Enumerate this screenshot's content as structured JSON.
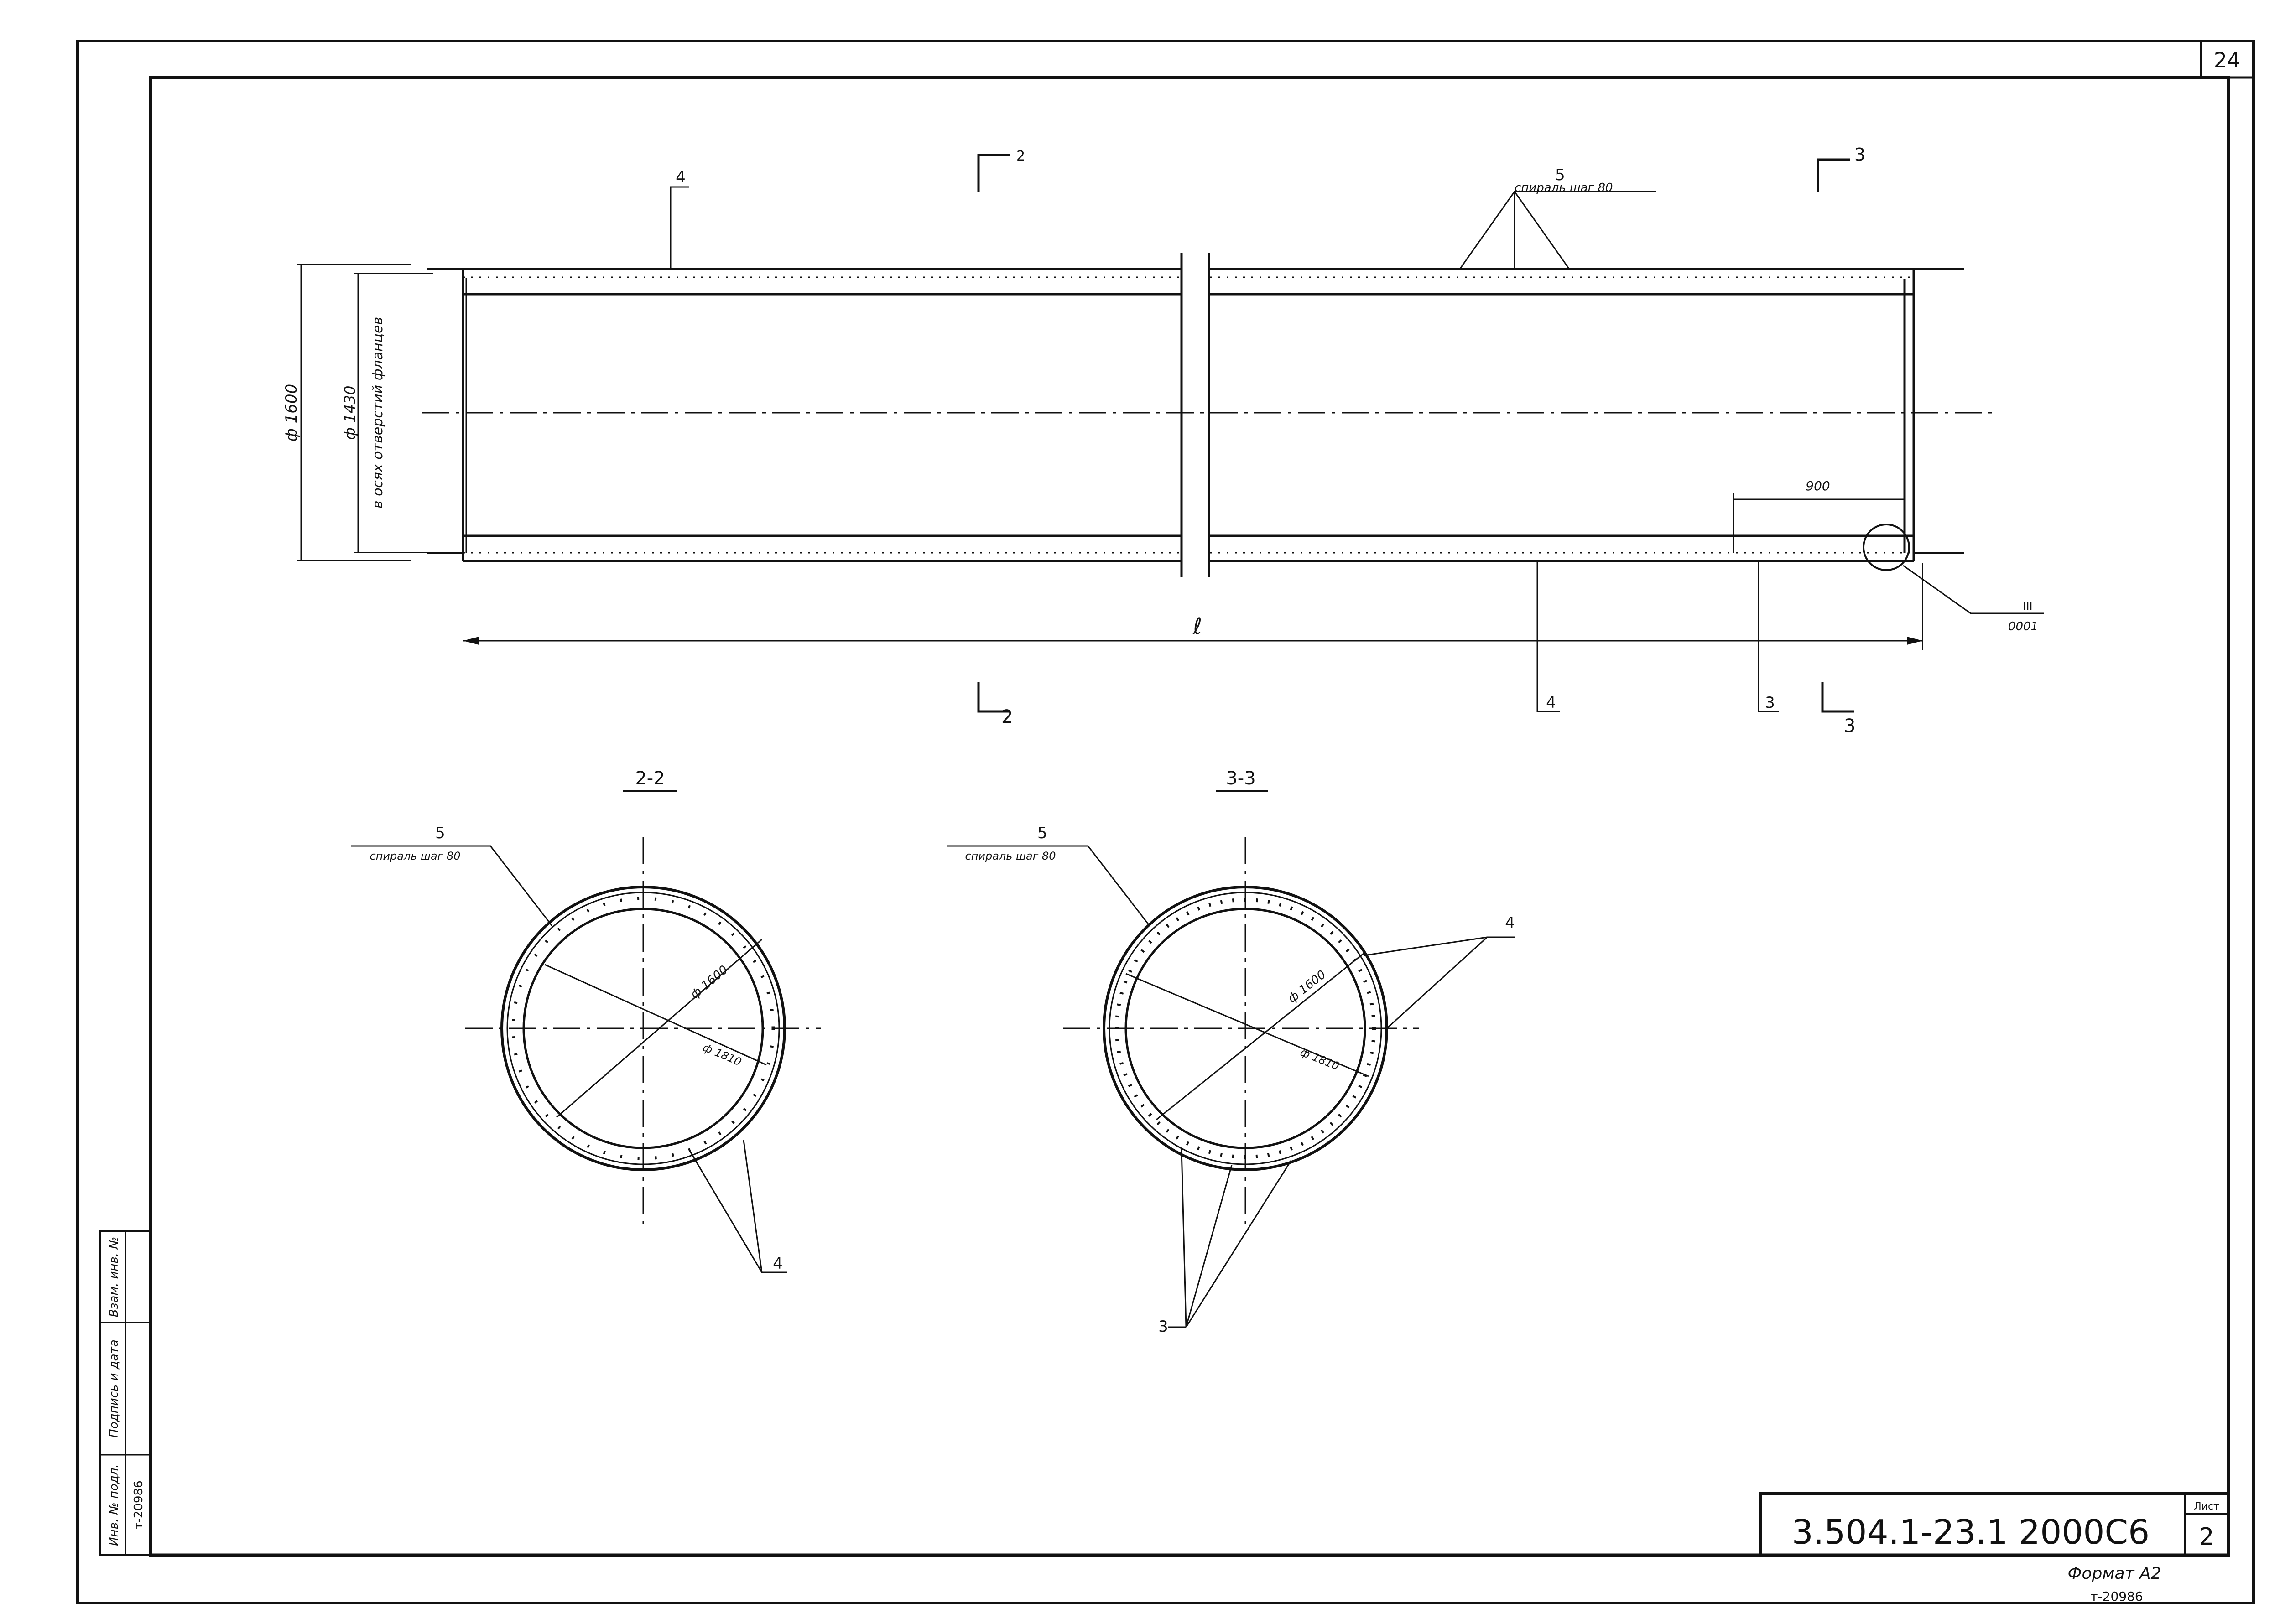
{
  "sheet": {
    "page_number": "24",
    "designation": "3.504.1-23.1 2000С6",
    "sheet_label": "Лист",
    "sheet_number": "2",
    "format": "Формат А2",
    "inventory_bottom": "т-20986"
  },
  "side_stamp": {
    "inv_original": "Инв. № подл.",
    "signature_date": "Подпись и дата",
    "replaces_inv": "Взам. инв. №",
    "inv_number": "т-20986"
  },
  "section_marks": {
    "top_left": "2",
    "top_right": "3",
    "bottom_left": "2",
    "bottom_right": "3"
  },
  "main_view": {
    "dim_outer": "ф 1600",
    "dim_bolt_circle": "ф 1430",
    "dim_bolt_note": "в осях отверстий фланцев",
    "length_label": "ℓ",
    "dim_900": "900",
    "callout_4_top": "4",
    "callout_4_bottom": "4",
    "callout_3": "3",
    "callout_5": "5",
    "spiral_note": "спираль шаг 80",
    "node_ref_top": "III",
    "node_ref_bottom": "0001"
  },
  "section_2_2": {
    "title": "2-2",
    "callout_5": "5",
    "spiral_note": "спираль шаг 80",
    "dim_inner": "ф 1600",
    "dim_outer": "ф 1810",
    "callout_4": "4"
  },
  "section_3_3": {
    "title": "3-3",
    "callout_5": "5",
    "spiral_note": "спираль шаг 80",
    "dim_inner": "ф 1600",
    "dim_outer": "ф 1810",
    "callout_4": "4",
    "callout_3": "3"
  }
}
